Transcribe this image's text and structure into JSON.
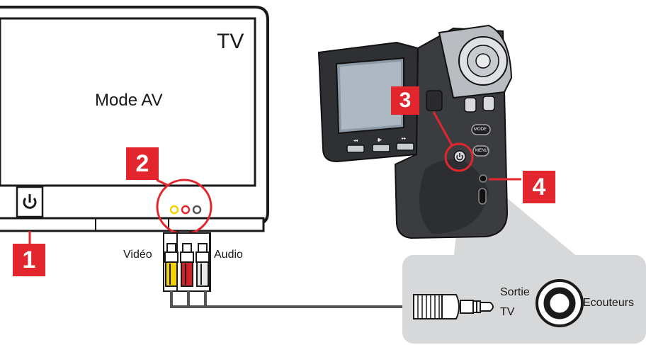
{
  "tv": {
    "label": "TV",
    "mode_text": "Mode AV"
  },
  "steps": [
    "1",
    "2",
    "3",
    "4"
  ],
  "cable": {
    "video_label": "Vidéo",
    "audio_label": "Audio"
  },
  "jack": {
    "output_label_line1": "Sortie",
    "output_label_line2": "TV",
    "headphones_label": "Ecouteurs"
  },
  "camera": {
    "button_labels": [
      "MODE",
      "MENU"
    ]
  },
  "colors": {
    "accent": "#e3262d",
    "callout_bg": "#d7d8da",
    "outline": "#1a1a1a"
  }
}
